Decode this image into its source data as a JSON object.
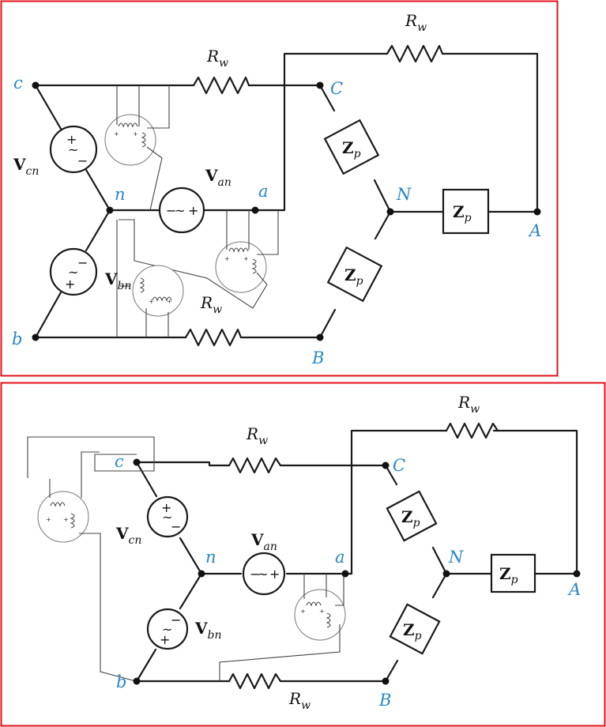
{
  "colors": {
    "frame": "#e0101a",
    "node_label": "#2a86c8",
    "wire": "#1a1a1a",
    "meter": "#777777"
  },
  "symbols": {
    "source": "source-circle",
    "meter": "wattmeter",
    "plus": "+",
    "minus": "−",
    "ac": "~"
  },
  "top": {
    "nodes": {
      "c": "c",
      "n": "n",
      "a": "a",
      "b": "b",
      "C": "C",
      "N": "N",
      "A": "A",
      "B": "B"
    },
    "sources": {
      "cn": {
        "main": "V",
        "sub": "cn"
      },
      "an": {
        "main": "V",
        "sub": "an"
      },
      "bn": {
        "main": "V",
        "sub": "bn"
      }
    },
    "resistors": {
      "top": {
        "main": "R",
        "sub": "w"
      },
      "mid": {
        "main": "R",
        "sub": "w"
      },
      "bottom": {
        "main": "R",
        "sub": "w"
      }
    },
    "loads": {
      "upper": {
        "main": "Z",
        "sub": "p"
      },
      "right": {
        "main": "Z",
        "sub": "p"
      },
      "lower": {
        "main": "Z",
        "sub": "p"
      }
    }
  },
  "bottom": {
    "nodes": {
      "c": "c",
      "n": "n",
      "a": "a",
      "b": "b",
      "C": "C",
      "N": "N",
      "A": "A",
      "B": "B"
    },
    "sources": {
      "cn": {
        "main": "V",
        "sub": "cn"
      },
      "an": {
        "main": "V",
        "sub": "an"
      },
      "bn": {
        "main": "V",
        "sub": "bn"
      }
    },
    "resistors": {
      "top": {
        "main": "R",
        "sub": "w"
      },
      "mid": {
        "main": "R",
        "sub": "w"
      },
      "bottom": {
        "main": "R",
        "sub": "w"
      }
    },
    "loads": {
      "upper": {
        "main": "Z",
        "sub": "p"
      },
      "right": {
        "main": "Z",
        "sub": "p"
      },
      "lower": {
        "main": "Z",
        "sub": "p"
      }
    }
  }
}
